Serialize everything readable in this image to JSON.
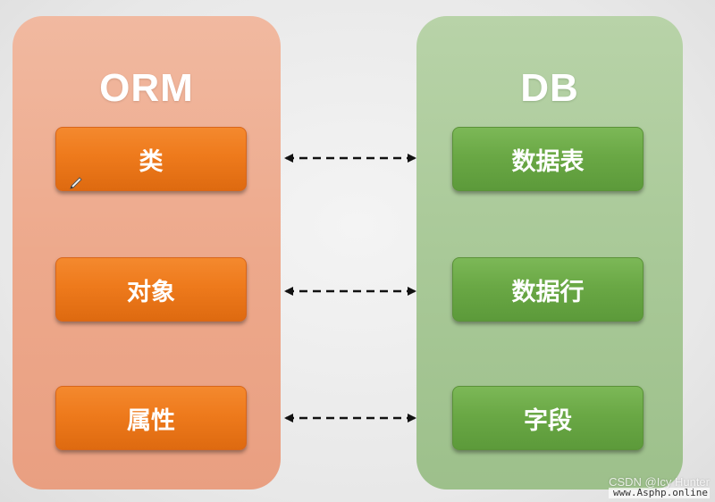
{
  "orm": {
    "title": "ORM",
    "items": [
      "类",
      "对象",
      "属性"
    ]
  },
  "db": {
    "title": "DB",
    "items": [
      "数据表",
      "数据行",
      "字段"
    ]
  },
  "watermark": {
    "line1": "CSDN @Icy Hunter",
    "line2": "www.Asphp.online"
  },
  "colors": {
    "orm_panel": "#eda98c",
    "orm_box": "#ee7a1c",
    "db_panel": "#a9c998",
    "db_box": "#6aa845",
    "arrow": "#111111"
  },
  "icons": {
    "cursor": "pencil-cursor-icon"
  }
}
